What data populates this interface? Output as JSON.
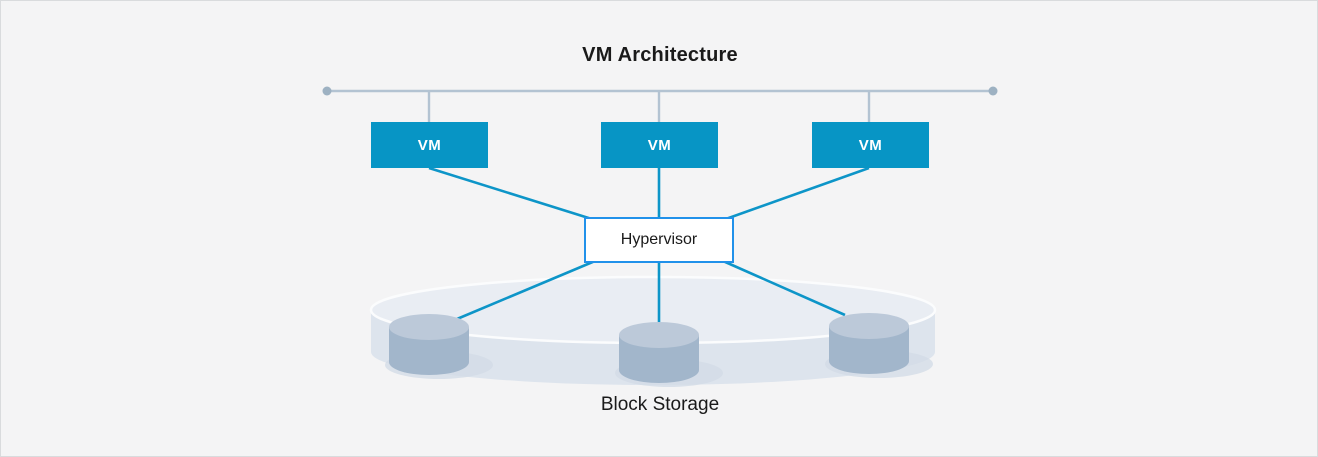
{
  "diagram": {
    "title": "VM Architecture",
    "nodes": {
      "vms": [
        {
          "label": "VM"
        },
        {
          "label": "VM"
        },
        {
          "label": "VM"
        }
      ],
      "hypervisor": {
        "label": "Hypervisor"
      },
      "storage": {
        "label": "Block Storage",
        "disk_count": 3
      }
    },
    "colors": {
      "background": "#f4f4f5",
      "vm_fill": "#0795c5",
      "vm_text": "#ffffff",
      "connector_blue": "#0d95c8",
      "bus_line_gray": "#b3c3d2",
      "bus_dot_gray": "#9db1c2",
      "hypervisor_border": "#2191ea",
      "hypervisor_fill": "#ffffff",
      "platter_top": "#e9edf3",
      "platter_body": "#dde4ed",
      "cylinder_top": "#bcc9d9",
      "cylinder_body": "#a2b6cb",
      "text": "#1a1a1a"
    }
  }
}
